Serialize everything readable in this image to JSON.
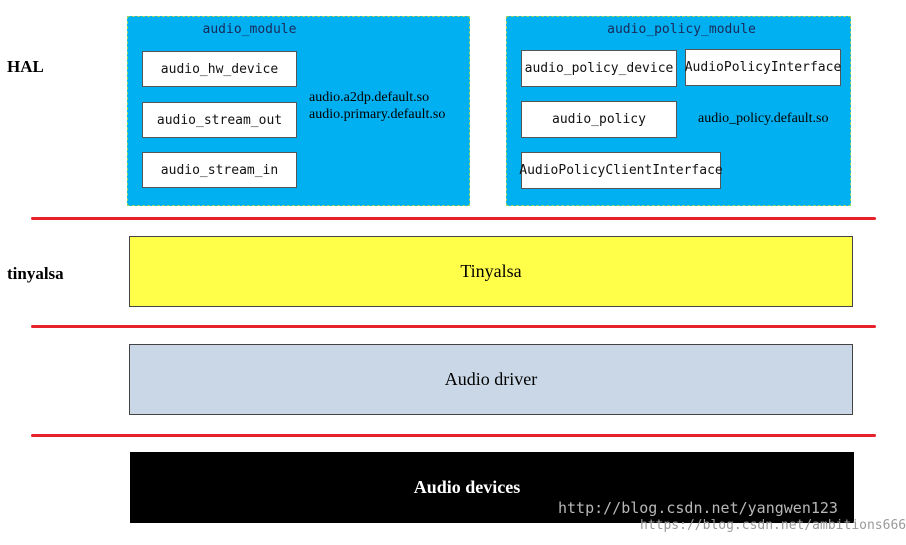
{
  "layer_labels": {
    "hal": "HAL",
    "tinyalsa": "tinyalsa"
  },
  "audio_module": {
    "title": "audio_module",
    "boxes": [
      "audio_hw_device",
      "audio_stream_out",
      "audio_stream_in"
    ],
    "so_files": [
      "audio.a2dp.default.so",
      "audio.primary.default.so"
    ]
  },
  "audio_policy_module": {
    "title": "audio_policy_module",
    "boxes": [
      "audio_policy_device",
      "AudioPolicyInterface",
      "audio_policy",
      "AudioPolicyClientInterface"
    ],
    "so_file": "audio_policy.default.so"
  },
  "layers": {
    "tinyalsa": "Tinyalsa",
    "driver": "Audio driver",
    "devices": "Audio devices"
  },
  "watermark": {
    "line1": "http://blog.csdn.net/yangwen123",
    "line2": "https://blog.csdn.net/ambitions666"
  },
  "colors": {
    "module_fill": "#00b0f0",
    "tinyalsa_fill": "#ffff4a",
    "driver_fill": "#c9d7e6",
    "devices_fill": "#000000",
    "separator": "#e8202a"
  }
}
